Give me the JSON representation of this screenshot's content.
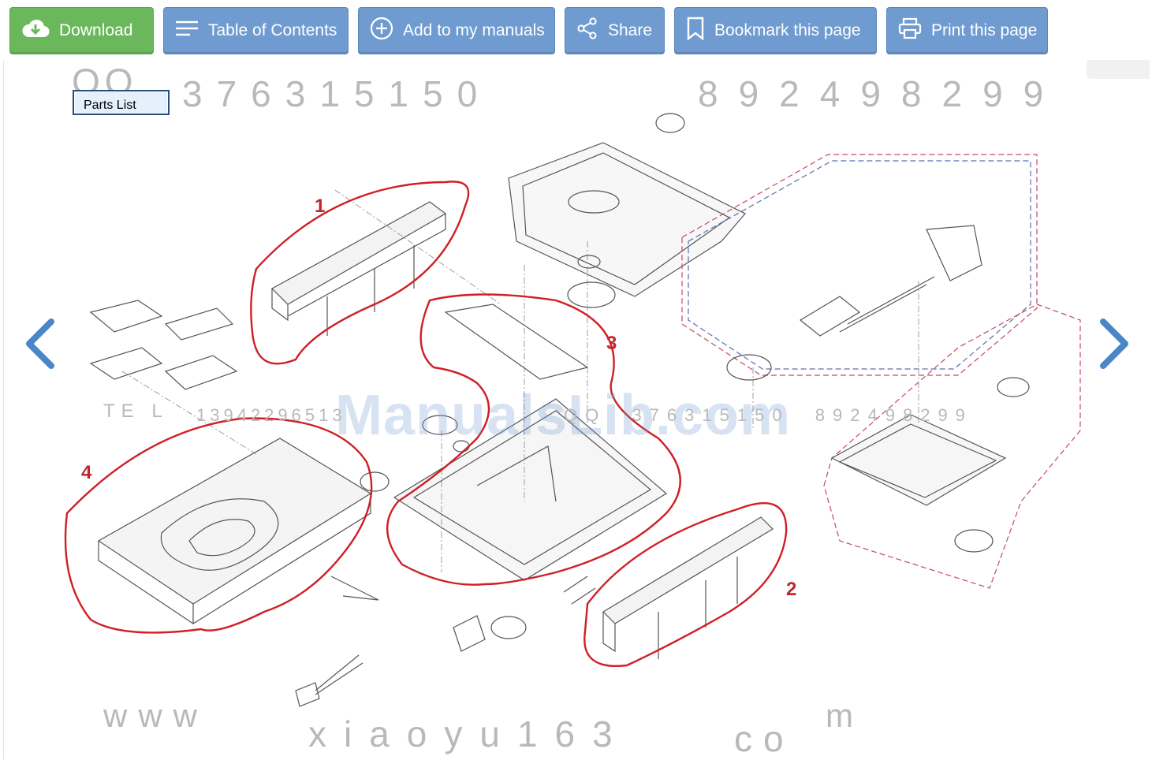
{
  "toolbar": {
    "download": "Download",
    "toc": "Table of Contents",
    "add": "Add to my manuals",
    "share": "Share",
    "bookmark": "Bookmark this page",
    "print": "Print this page"
  },
  "viewer": {
    "parts_list_button": "Parts List",
    "watermark_site": "ManualsLib.com",
    "watermarks": {
      "qq": "QQ",
      "qq_number": "376315150",
      "right_number": "892498299",
      "tel_prefix": "TE L",
      "tel_number": "13942296513",
      "mid_qq": "QQ  376315150  892498299",
      "www": "www",
      "domain": "xiaoyu163",
      "dot_com": "co",
      "m": "m"
    },
    "callouts": [
      "1",
      "2",
      "3",
      "4"
    ]
  },
  "colors": {
    "download_green": "#6bb85c",
    "toolbar_blue": "#6f9bd0",
    "callout_red": "#c0262c",
    "nav_arrow": "#4a86c8"
  },
  "icons": {
    "download": "download-cloud-icon",
    "toc": "list-icon",
    "add": "plus-circle-icon",
    "share": "share-icon",
    "bookmark": "bookmark-icon",
    "print": "printer-icon",
    "prev": "chevron-left-icon",
    "next": "chevron-right-icon"
  }
}
